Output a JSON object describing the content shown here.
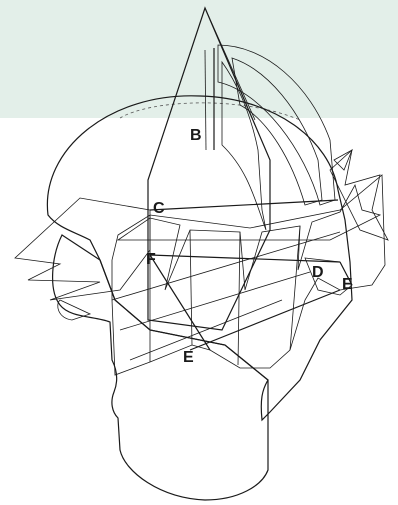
{
  "colors": {
    "background_top": "#e3efe9",
    "background_bottom": "#ffffff",
    "skin": "#f5d2ba",
    "yellow": "#fff200",
    "orange": "#f29a63",
    "blue": "#3b9fe0",
    "red": "#e8283c",
    "green": "#5cbb5f",
    "outline": "#1a1a1a"
  },
  "labels": {
    "B": "B",
    "C": "C",
    "F": "F",
    "D": "D",
    "E_right": "E",
    "E_bottom": "E"
  }
}
